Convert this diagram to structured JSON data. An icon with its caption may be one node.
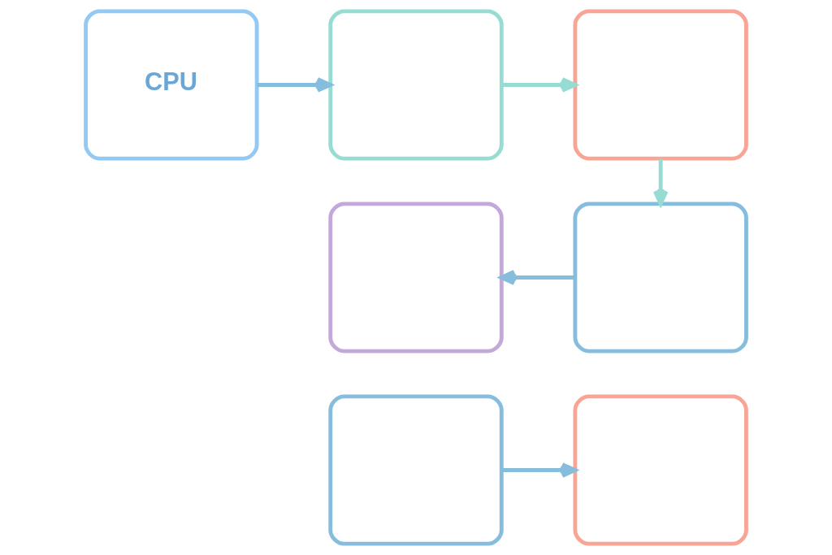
{
  "diagram": {
    "nodes": [
      {
        "text": [
          "CPU"
        ]
      },
      {
        "text": [],
        "shape": "box"
      },
      {
        "text": [],
        "shape": "box"
      },
      {
        "text": [],
        "shape": "box"
      },
      {
        "text": [],
        "shape": "box"
      },
      {
        "text": [],
        "shape": "box"
      },
      {
        "text": [],
        "shape": "box"
      }
    ],
    "edges": [
      {
        "from": 0,
        "to": 1,
        "arrow": "to"
      },
      {
        "from": 1,
        "to": 2,
        "arrow": "to",
        "color": "#97dcd3"
      },
      {
        "from": 2,
        "to": 4,
        "arrow": "to",
        "color": "#97dcd3"
      },
      {
        "from": 4,
        "to": 3,
        "arrow": "to"
      },
      {
        "from": 5,
        "to": 6,
        "arrow": "to"
      }
    ]
  }
}
